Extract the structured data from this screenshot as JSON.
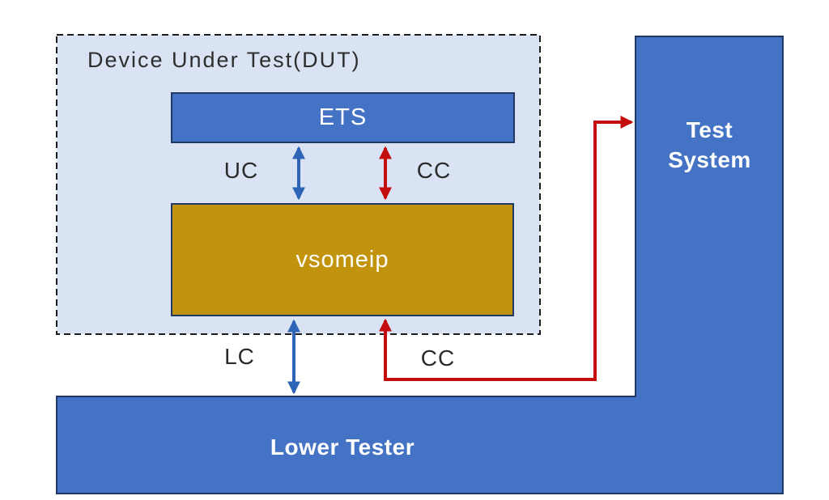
{
  "colors": {
    "box_blue": "#4472C4",
    "box_border": "#1F3864",
    "dut_fill": "#DAE3F3",
    "dut_border": "#1C1C1C",
    "gold": "#C2930C",
    "arrow_blue": "#2E64B5",
    "arrow_red": "#C40D0D",
    "text_dark": "#2B2B2B",
    "text_light": "#FFFFFF"
  },
  "dut": {
    "title": "Device Under Test(DUT)"
  },
  "boxes": {
    "ets": {
      "label": "ETS"
    },
    "vsomeip": {
      "label": "vsomeip"
    },
    "test_system": {
      "label": "Test System",
      "lines": [
        "Test",
        "System"
      ]
    },
    "lower_tester": {
      "label": "Lower Tester"
    }
  },
  "channel_labels": {
    "uc": "UC",
    "cc_upper": "CC",
    "lc": "LC",
    "cc_lower": "CC"
  }
}
